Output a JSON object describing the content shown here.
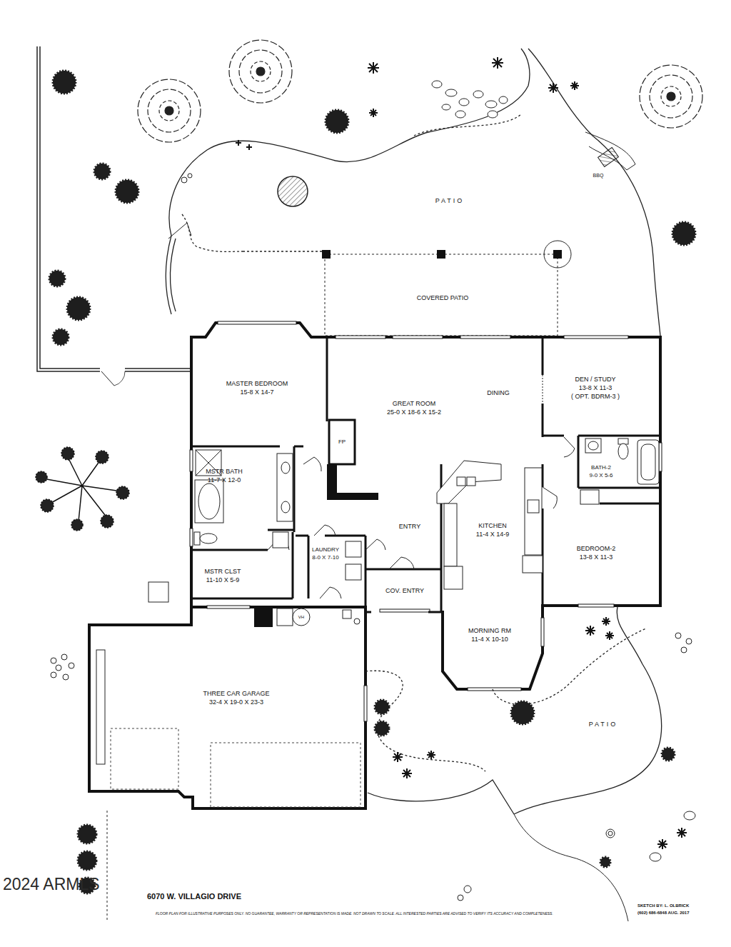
{
  "diagram": {
    "nodes": [
      {
        "text": [
          "COVERED PATIO"
        ]
      },
      {
        "text": [
          "MASTER BEDROOM",
          "15-8 X 14-7"
        ]
      },
      {
        "text": [
          "GREAT ROOM",
          "25-0 X 18-6 X 15-2"
        ]
      },
      {
        "text": [
          "DEN / STUDY",
          "13-8 X 11-3",
          "( OPT. BDRM-3 )"
        ]
      },
      {
        "text": [
          "MSTR BATH",
          "11-7 X 12-0"
        ]
      },
      {
        "text": [
          "BATH-2",
          "9-0 X 5-6"
        ]
      },
      {
        "text": [
          "KITCHEN",
          "11-4 X 14-9"
        ]
      },
      {
        "text": [
          "BEDROOM-2",
          "13-8 X 11-3"
        ]
      },
      {
        "text": [
          "MSTR CLST",
          "11-10 X 5-9"
        ]
      },
      {
        "text": [
          "LAUNDRY",
          "8-0 X 7-10"
        ]
      },
      {
        "text": [
          "COV. ENTRY"
        ]
      },
      {
        "text": [
          "MORNING RM",
          "11-4 X 10-10"
        ]
      },
      {
        "text": [
          "THREE CAR GARAGE",
          "32-4 X 19-0 X 23-3"
        ]
      }
    ],
    "labels": [
      "PATIO",
      "BBQ",
      "DINING",
      "FP",
      "ENTRY",
      "VH",
      "PATIO",
      "2024 ARMLS",
      "6070 W. VILLAGIO DRIVE",
      "FLOOR PLAN FOR ILLUSTRATIVE PURPOSES ONLY. NO GUARANTEE, WARRANTY OR REPRESENTATION IS MADE. NOT DRAWN TO SCALE. ALL INTERESTED PARTIES ARE ADVISED TO VERIFY ITS ACCURACY AND COMPLETENESS.",
      "SKETCH BY:  L. OLBRICK",
      "(602) 686-6848  AUG. 2017"
    ]
  }
}
